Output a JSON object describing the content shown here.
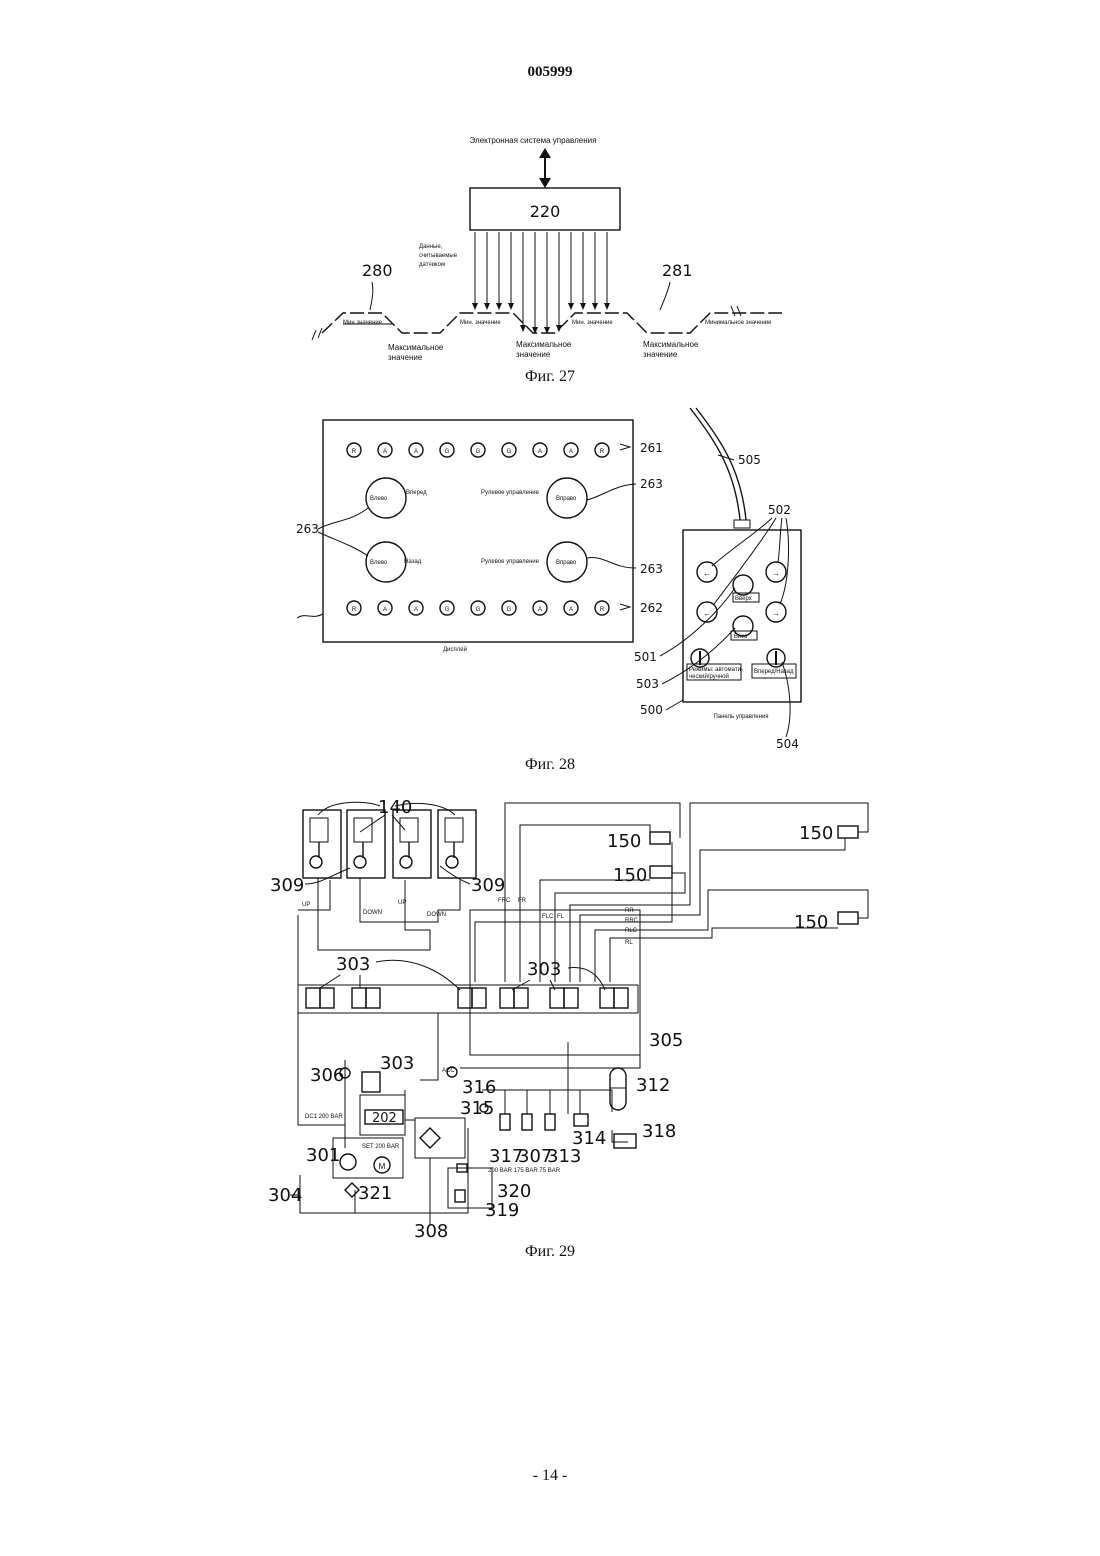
{
  "page": {
    "number": "005999",
    "footer": "- 14 -"
  },
  "fig27": {
    "caption": "Фиг. 27",
    "top_label": "Электронная система управления",
    "block_label": "220",
    "data_label": [
      "Данные,",
      "считываемые",
      "датчиком"
    ],
    "ref_left": "280",
    "ref_right": "281",
    "min_labels": [
      "Мин значение",
      "Мин. значение",
      "Мин. значение",
      "Минимальное значение"
    ],
    "max_labels": [
      [
        "Максимальное",
        "значение"
      ],
      [
        "Максимальное",
        "значение"
      ],
      [
        "Максимальное",
        "значение"
      ]
    ]
  },
  "fig28": {
    "caption": "Фиг. 28",
    "display_label": "Дисплей",
    "led_row_top": [
      "R",
      "A",
      "A",
      "G",
      "G",
      "G",
      "A",
      "A",
      "R"
    ],
    "led_row_bottom": [
      "R",
      "A",
      "A",
      "G",
      "G",
      "G",
      "A",
      "A",
      "R"
    ],
    "ref_261": "261",
    "ref_262": "262",
    "ref_263": "263",
    "gauges": [
      {
        "inner": "Влево",
        "side": "Вперед"
      },
      {
        "inner": "Вправо",
        "side": "Рулевое управление"
      },
      {
        "inner": "Влево",
        "side": "Назад"
      },
      {
        "inner": "Вправо",
        "side": "Рулевое управление"
      }
    ],
    "panel": {
      "label": "Панель управления",
      "btn_up": "Вверх",
      "btn_down": "Вниз",
      "switch_left": [
        "Режимы: автомати-",
        "ческий/ручной"
      ],
      "switch_right": "Вперед/Назад"
    },
    "refs": {
      "r500": "500",
      "r501": "501",
      "r502": "502",
      "r503": "503",
      "r504": "504",
      "r505": "505"
    }
  },
  "fig29": {
    "caption": "Фиг. 29",
    "refs": {
      "r140": "140",
      "r150": "150",
      "r202": "202",
      "r301": "301",
      "r303": "303",
      "r304": "304",
      "r305": "305",
      "r306": "306",
      "r307": "307",
      "r308": "308",
      "r309": "309",
      "r312": "312",
      "r313": "313",
      "r314": "314",
      "r315": "315",
      "r316": "316",
      "r317": "317",
      "r318": "318",
      "r319": "319",
      "r320": "320",
      "r321": "321",
      "motor": "M"
    },
    "line_tags": {
      "up": "UP",
      "down": "DOWN",
      "frc": "FRC",
      "fr": "FR",
      "flc": "FLC",
      "fl": "FL",
      "rlc": "RLC",
      "rl": "RL",
      "rrc": "RRC",
      "rr": "RR",
      "acc": "ACC",
      "pressure_a": "DC1 200 BAR",
      "pressure_b": "SET 200 BAR",
      "pressure_c": "200 BAR  175 BAR  75 BAR"
    }
  }
}
